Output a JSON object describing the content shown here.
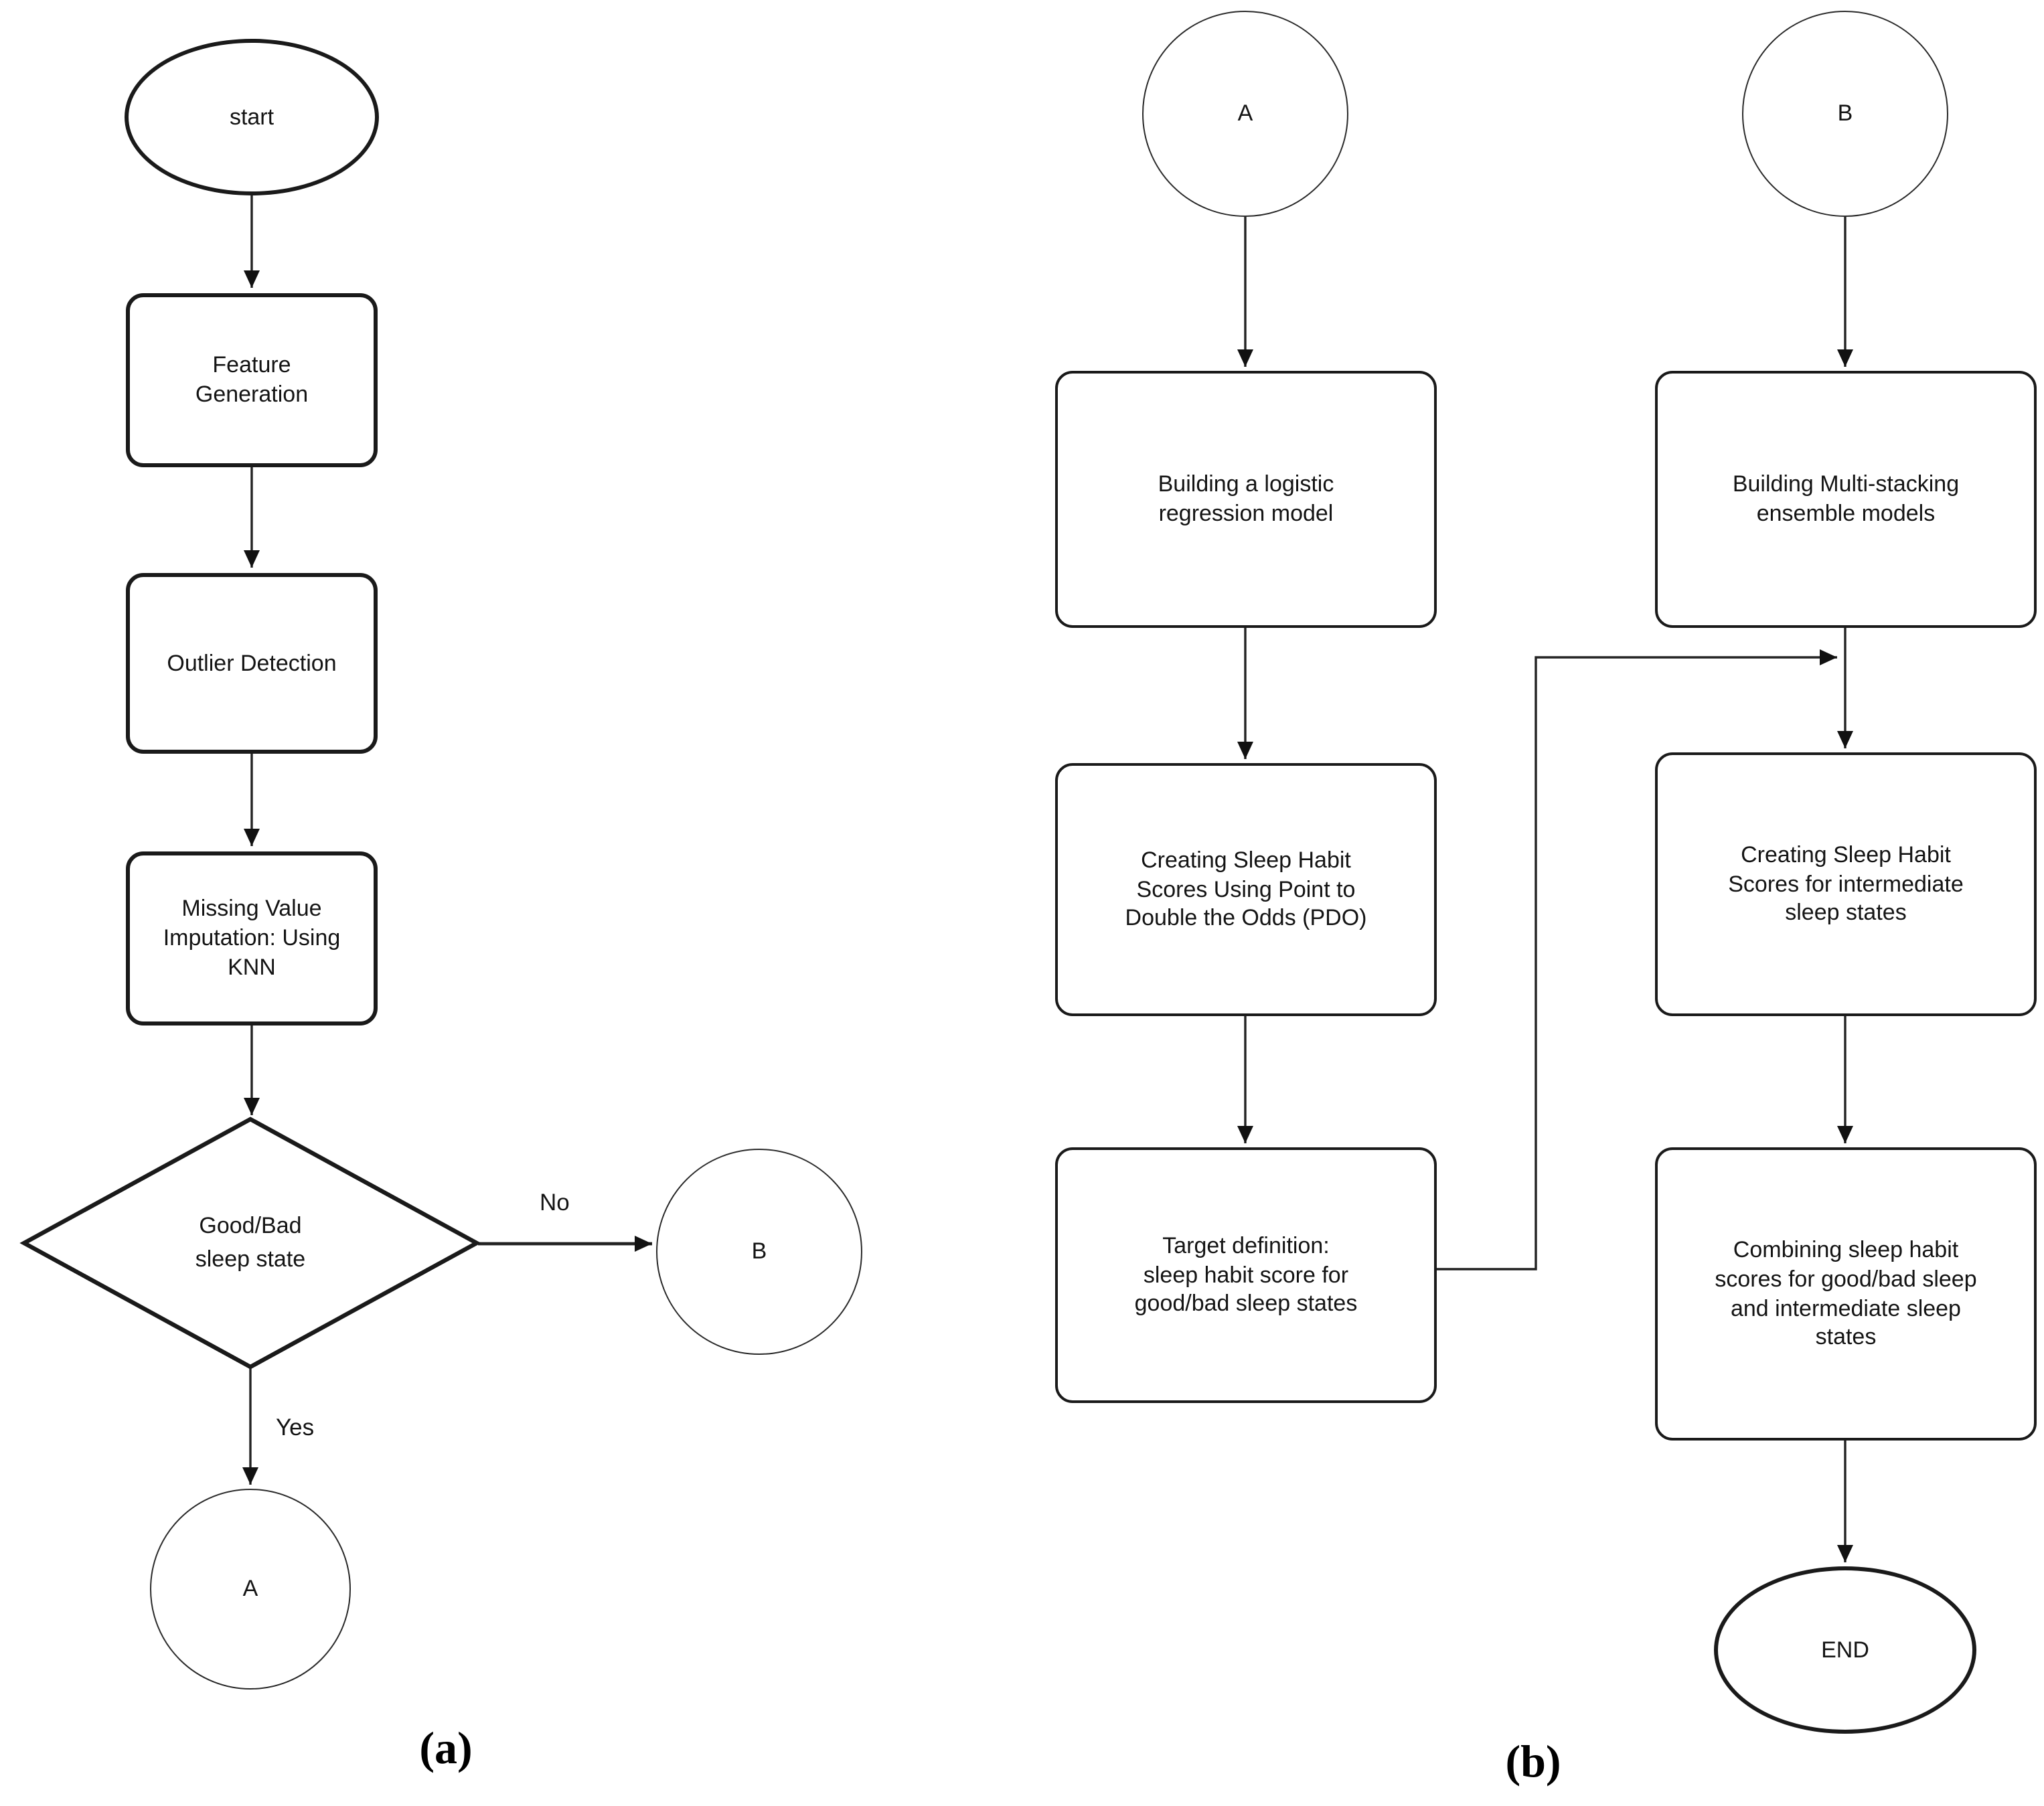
{
  "figure": {
    "type": "flowchart",
    "panel_a": {
      "label": "(a)",
      "nodes": {
        "start": "start",
        "feature_generation": "Feature\nGeneration",
        "outlier_detection": "Outlier Detection",
        "missing_value_imputation": "Missing Value\nImputation: Using\nKNN",
        "decision": "Good/Bad\nsleep state",
        "connector_b": "B",
        "connector_a": "A"
      },
      "edge_labels": {
        "no": "No",
        "yes": "Yes"
      }
    },
    "panel_b": {
      "label": "(b)",
      "nodes": {
        "connector_a": "A",
        "connector_b": "B",
        "building_logistic": "Building a logistic\nregression model",
        "creating_pdo": "Creating Sleep Habit\nScores Using Point to\nDouble the Odds (PDO)",
        "target_definition": "Target definition:\nsleep habit score for\ngood/bad sleep states",
        "building_multistacking": "Building Multi-stacking\nensemble models",
        "creating_intermediate": "Creating Sleep Habit\nScores for intermediate\nsleep states",
        "combining": "Combining sleep habit\nscores for good/bad sleep\nand intermediate sleep\nstates",
        "end": "END"
      }
    },
    "colors": {
      "stroke": "#1a1a1a",
      "background": "#ffffff"
    }
  }
}
